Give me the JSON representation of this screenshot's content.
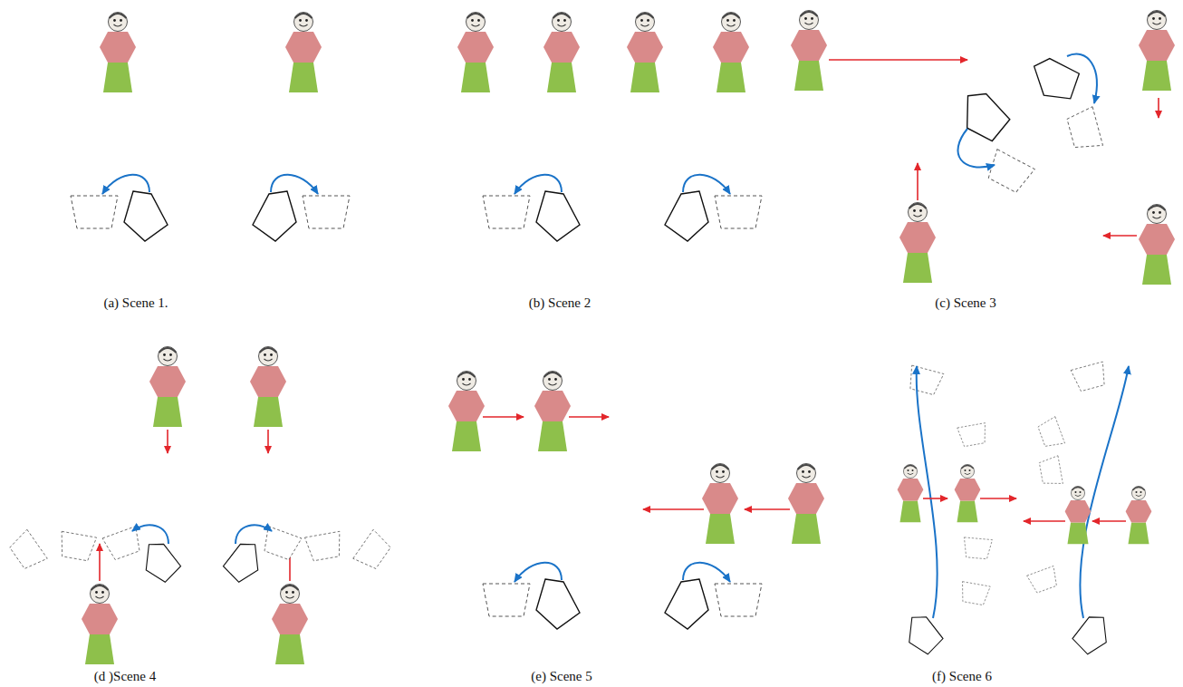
{
  "diagram": {
    "labels": [
      "(a) Scene 1.",
      "(b) Scene 2",
      "(c) Scene 3",
      "(d )Scene 4",
      "(e) Scene 5",
      "(f) Scene 6"
    ]
  }
}
